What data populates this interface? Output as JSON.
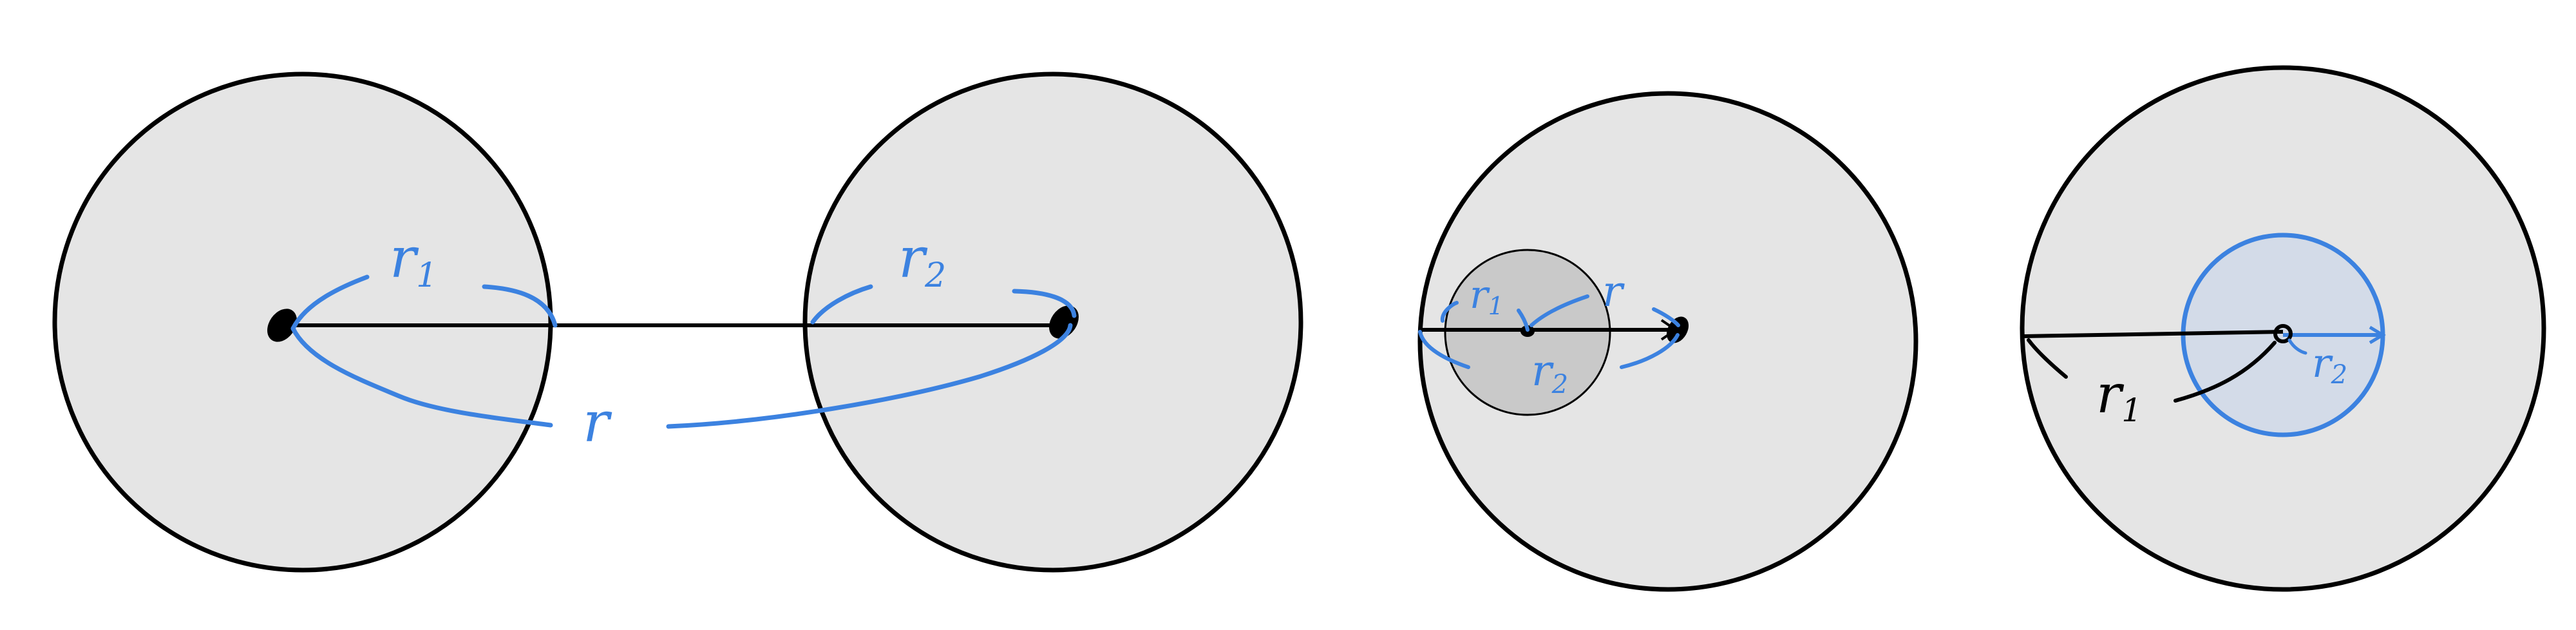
{
  "colors": {
    "background": "#ffffff",
    "sphere_fill": "#e5e5e5",
    "sphere_stroke": "#000000",
    "inner_sphere_fill": "#c9c9c9",
    "blue_ink": "#3c82e0",
    "blue_sphere_fill": "#d3dbe8"
  },
  "panel_separated": {
    "label_r1": {
      "main": "r",
      "sub": "1"
    },
    "label_r2": {
      "main": "r",
      "sub": "2"
    },
    "label_r": "r"
  },
  "panel_overlap": {
    "label_r1": {
      "main": "r",
      "sub": "1"
    },
    "label_r": "r",
    "label_r2": {
      "main": "r",
      "sub": "2"
    }
  },
  "panel_inside": {
    "label_r1": {
      "main": "r",
      "sub": "1"
    },
    "label_r2": {
      "main": "r",
      "sub": "2"
    }
  }
}
